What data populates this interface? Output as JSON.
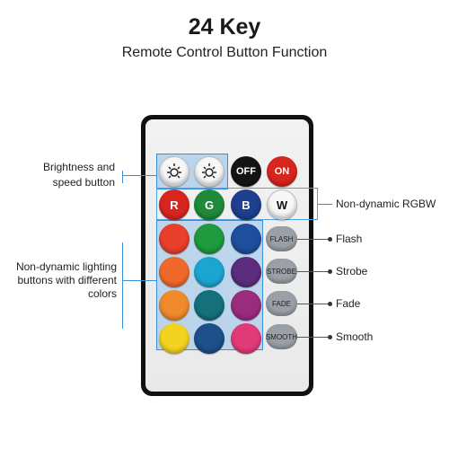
{
  "header": {
    "title": "24 Key",
    "subtitle": "Remote Control Button Function"
  },
  "labels": {
    "brightness": [
      "Brightness and",
      "speed button"
    ],
    "nondynamic_lighting": [
      "Non-dynamic lighting",
      "buttons with different",
      "colors"
    ],
    "rgbw": "Non-dynamic RGBW",
    "flash": "Flash",
    "strobe": "Strobe",
    "fade": "Fade",
    "smooth": "Smooth"
  },
  "buttons": {
    "off": "OFF",
    "on": "ON",
    "r": "R",
    "g": "G",
    "b": "B",
    "w": "W",
    "flash": "FLASH",
    "strobe": "STROBE",
    "fade": "FADE",
    "smooth": "SMOOTH"
  },
  "colors": {
    "on_red": "#d8261f",
    "r": "#d8261f",
    "g": "#1f8b3a",
    "b": "#1f3f8f",
    "grid": [
      [
        "#e8402a",
        "#1f9a3f",
        "#1f4e9e"
      ],
      [
        "#ef6a2a",
        "#1aa6d1",
        "#5b2d7c"
      ],
      [
        "#f08a2c",
        "#14707a",
        "#9a2c7e"
      ],
      [
        "#f3d320",
        "#1d4f8a",
        "#e23a78"
      ]
    ]
  }
}
